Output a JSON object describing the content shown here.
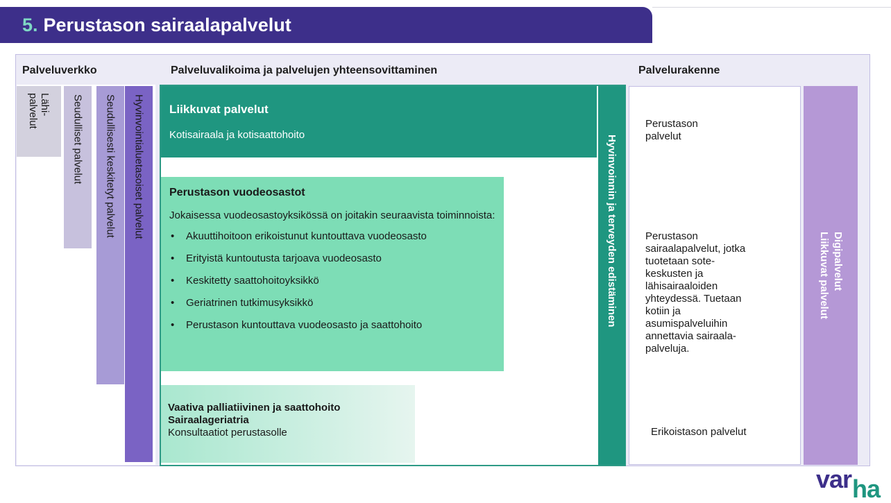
{
  "title": {
    "number": "5.",
    "text": "Perustason sairaalapalvelut"
  },
  "sections": {
    "palveluverkko": "Palveluverkko",
    "palveluvalikoima": "Palveluvalikoima ja palvelujen yhteensovittaminen",
    "palvelurakenne": "Palvelurakenne"
  },
  "left_strips": {
    "lahi": "Lähi-\npalvelut",
    "seudulliset": "Seudulliset palvelut",
    "keskitetyt": "Seudullisesti keskitetyt palvelut",
    "hyvinvointialue": "Hyvinvointialuetasoiset palvelut"
  },
  "colors": {
    "title_bg": "#3d2f8a",
    "title_number": "#7fd8c4",
    "teal_dark": "#1f9680",
    "green_mid": "#7dddb6",
    "purple_light": "#b598d6",
    "strip_lahi": "#d3d1de",
    "strip_seudulliset": "#c7c1dd",
    "strip_keskitetyt": "#a79bd6",
    "strip_hyvinvointialue": "#7a63c4"
  },
  "liikkuvat": {
    "heading": "Liikkuvat palvelut",
    "sub": "Kotisairaala ja kotisaattohoito"
  },
  "vuodeosastot": {
    "heading": "Perustason vuodeosastot",
    "intro": "Jokaisessa vuodeosastoyksikössä on joitakin seuraavista toiminnoista:",
    "items": [
      "Akuuttihoitoon erikoistunut kuntouttava vuodeosasto",
      "Erityistä kuntoutusta tarjoava vuodeosasto",
      "Keskitetty saattohoitoyksikkö",
      "Geriatrinen tutkimusyksikkö",
      "Perustason kuntouttava vuodeosasto ja saattohoito"
    ]
  },
  "vaativa": {
    "heading1": "Vaativa palliatiivinen ja saattohoito",
    "heading2": "Sairaalageriatria",
    "sub": "Konsultaatiot perustasolle"
  },
  "hyvinvointi_strip": "Hyvinvoinnin ja terveyden edistäminen",
  "palvelurakenne": {
    "perustason": "Perustason palvelut",
    "description": "Perustason sairaalapalvelut, jotka tuotetaan sote-keskusten ja lähisairaaloiden yhteydessä. Tuetaan kotiin ja asumispalveluihin annettavia sairaala-palveluja.",
    "erikoistason": "Erikoistason palvelut"
  },
  "digi_strip": {
    "line1": "Digipalvelut",
    "line2": "Liikkuvat palvelut"
  },
  "logo": {
    "part1": "var",
    "part2": "ha"
  }
}
